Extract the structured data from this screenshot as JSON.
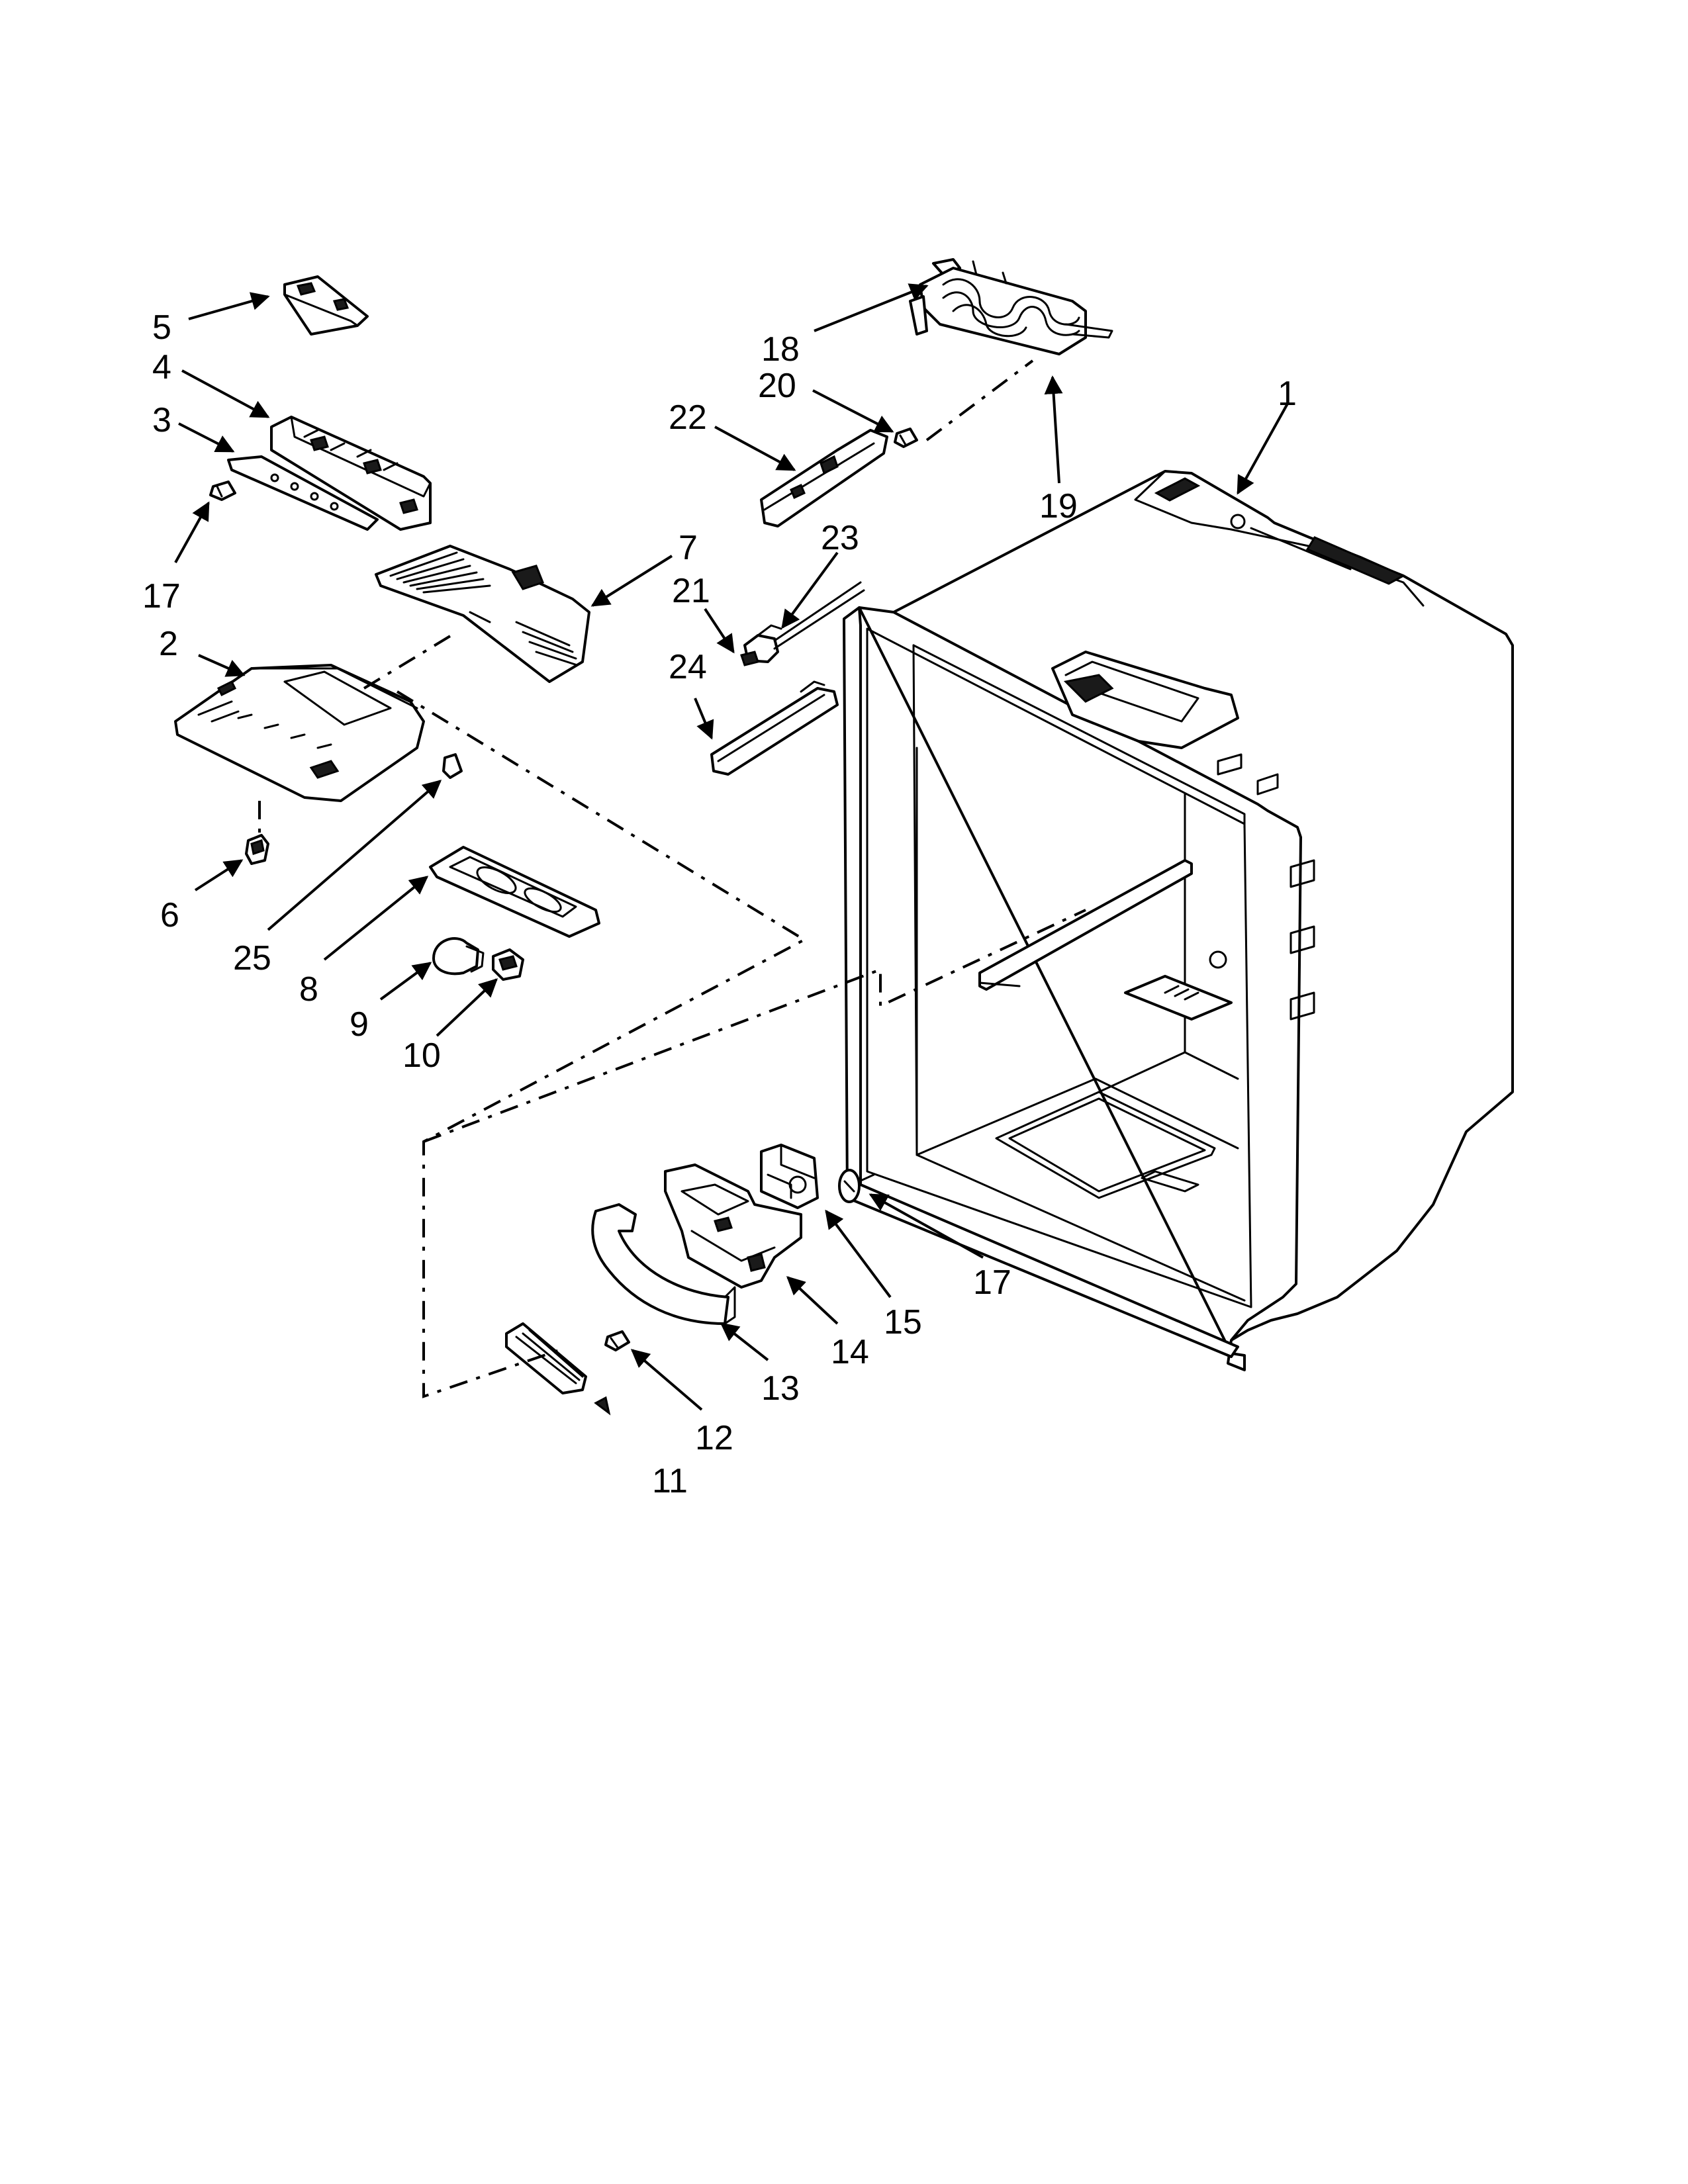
{
  "callouts": [
    {
      "id": "c5",
      "label": "5"
    },
    {
      "id": "c4",
      "label": "4"
    },
    {
      "id": "c3",
      "label": "3"
    },
    {
      "id": "c17a",
      "label": "17"
    },
    {
      "id": "c2",
      "label": "2"
    },
    {
      "id": "c6",
      "label": "6"
    },
    {
      "id": "c25",
      "label": "25"
    },
    {
      "id": "c8",
      "label": "8"
    },
    {
      "id": "c9",
      "label": "9"
    },
    {
      "id": "c10",
      "label": "10"
    },
    {
      "id": "c7",
      "label": "7"
    },
    {
      "id": "c18",
      "label": "18"
    },
    {
      "id": "c20",
      "label": "20"
    },
    {
      "id": "c22",
      "label": "22"
    },
    {
      "id": "c19",
      "label": "19"
    },
    {
      "id": "c1",
      "label": "1"
    },
    {
      "id": "c23",
      "label": "23"
    },
    {
      "id": "c21",
      "label": "21"
    },
    {
      "id": "c24",
      "label": "24"
    },
    {
      "id": "c15",
      "label": "15"
    },
    {
      "id": "c17b",
      "label": "17"
    },
    {
      "id": "c14",
      "label": "14"
    },
    {
      "id": "c13",
      "label": "13"
    },
    {
      "id": "c12",
      "label": "12"
    },
    {
      "id": "c11",
      "label": "11"
    }
  ]
}
